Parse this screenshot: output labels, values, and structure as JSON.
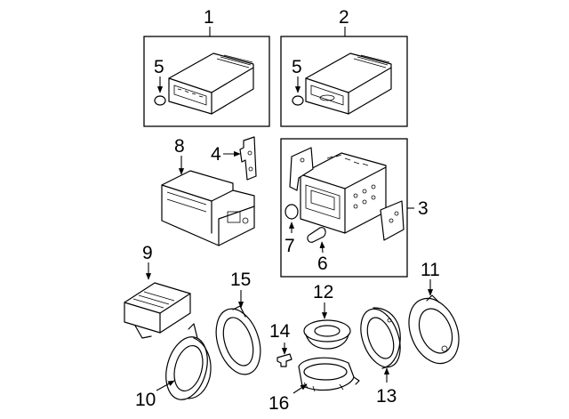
{
  "callouts": {
    "c1": "1",
    "c2": "2",
    "c3": "3",
    "c4": "4",
    "c5a": "5",
    "c5b": "5",
    "c6": "6",
    "c7": "7",
    "c8": "8",
    "c9": "9",
    "c10": "10",
    "c11": "11",
    "c12": "12",
    "c13": "13",
    "c14": "14",
    "c15": "15",
    "c16": "16"
  }
}
